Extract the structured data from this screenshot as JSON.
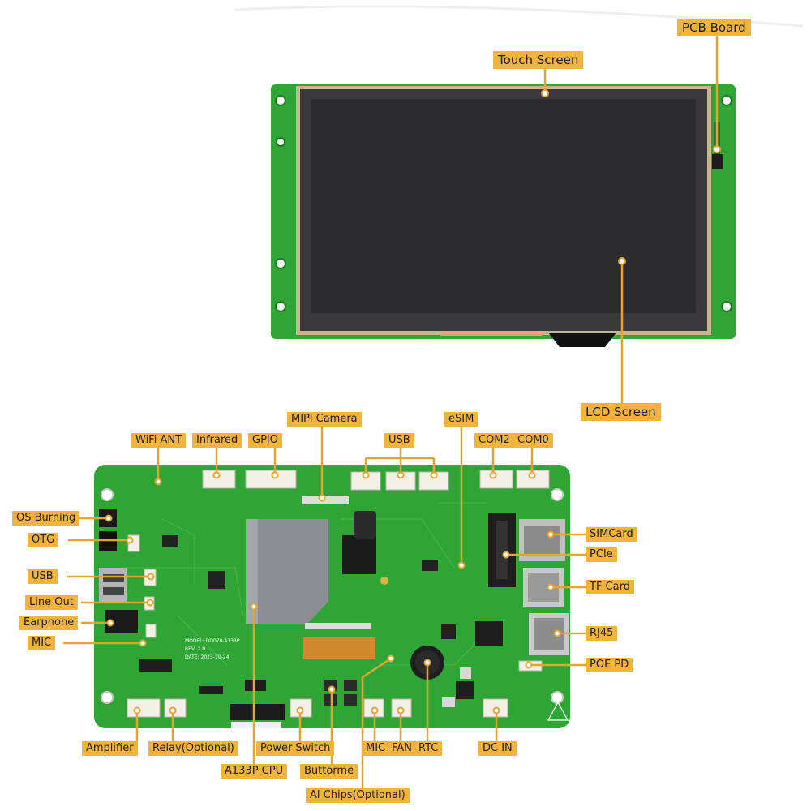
{
  "labels": {
    "touch_screen": "Touch Screen",
    "pcb_board": "PCB Board",
    "lcd_screen": "LCD Screen",
    "wifi_ant": "WiFi ANT",
    "infrared": "Infrared",
    "gpio": "GPIO",
    "mipi_camera": "MIPl Camera",
    "usb_top": "USB",
    "esim": "eSIM",
    "com2": "COM2",
    "com0": "COM0",
    "os_burning": "OS Burning",
    "otg": "OTG",
    "usb_left": "USB",
    "line_out": "Line Out",
    "earphone": "Earphone",
    "mic_left": "MIC",
    "simcard": "SIMCard",
    "pcie": "PCIe",
    "tf_card": "TF Card",
    "rj45": "RJ45",
    "poe_pd": "POE PD",
    "amplifier": "Amplifier",
    "relay": "Relay(Optional)",
    "power_switch": "Power Switch",
    "mic_bottom": "MIC",
    "fan": "FAN",
    "rtc": "RTC",
    "dc_in": "DC IN",
    "a133p_cpu": "A133P CPU",
    "buttorme": "Buttorme",
    "ai_chips": "Al Chips(Optional)"
  },
  "silkscreen": {
    "model": "MODEL: DD070-A133P",
    "rev": "REV: 2.0",
    "date": "DATE: 2023-10-24"
  },
  "colors": {
    "label_bg": "#f0b43c",
    "leader_line": "#e4a52f",
    "pcb_green": "#2fa535",
    "lcd_black": "#2a2a2c"
  }
}
